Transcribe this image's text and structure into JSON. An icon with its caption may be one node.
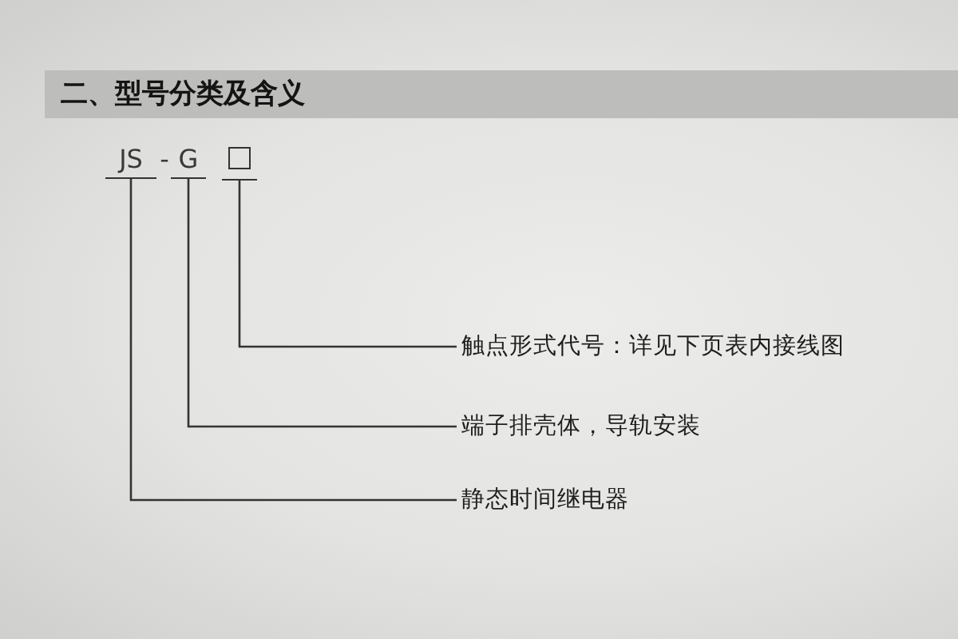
{
  "diagram": {
    "title": "二、型号分类及含义",
    "nodes": [
      {
        "text": [
          "JS"
        ]
      },
      {
        "text": [
          "G"
        ]
      },
      {
        "text": [],
        "shape": "box"
      },
      {
        "text": [
          "触点形式代号：详见下页表内接线图"
        ]
      },
      {
        "text": [
          "端子排壳体，导轨安装"
        ]
      },
      {
        "text": [
          "静态时间继电器"
        ]
      }
    ],
    "edges": [
      {
        "from": 2,
        "to": 3,
        "arrow": "none"
      },
      {
        "from": 1,
        "to": 4,
        "arrow": "none"
      },
      {
        "from": 0,
        "to": 5,
        "arrow": "none"
      }
    ],
    "labels": [
      "-"
    ]
  }
}
